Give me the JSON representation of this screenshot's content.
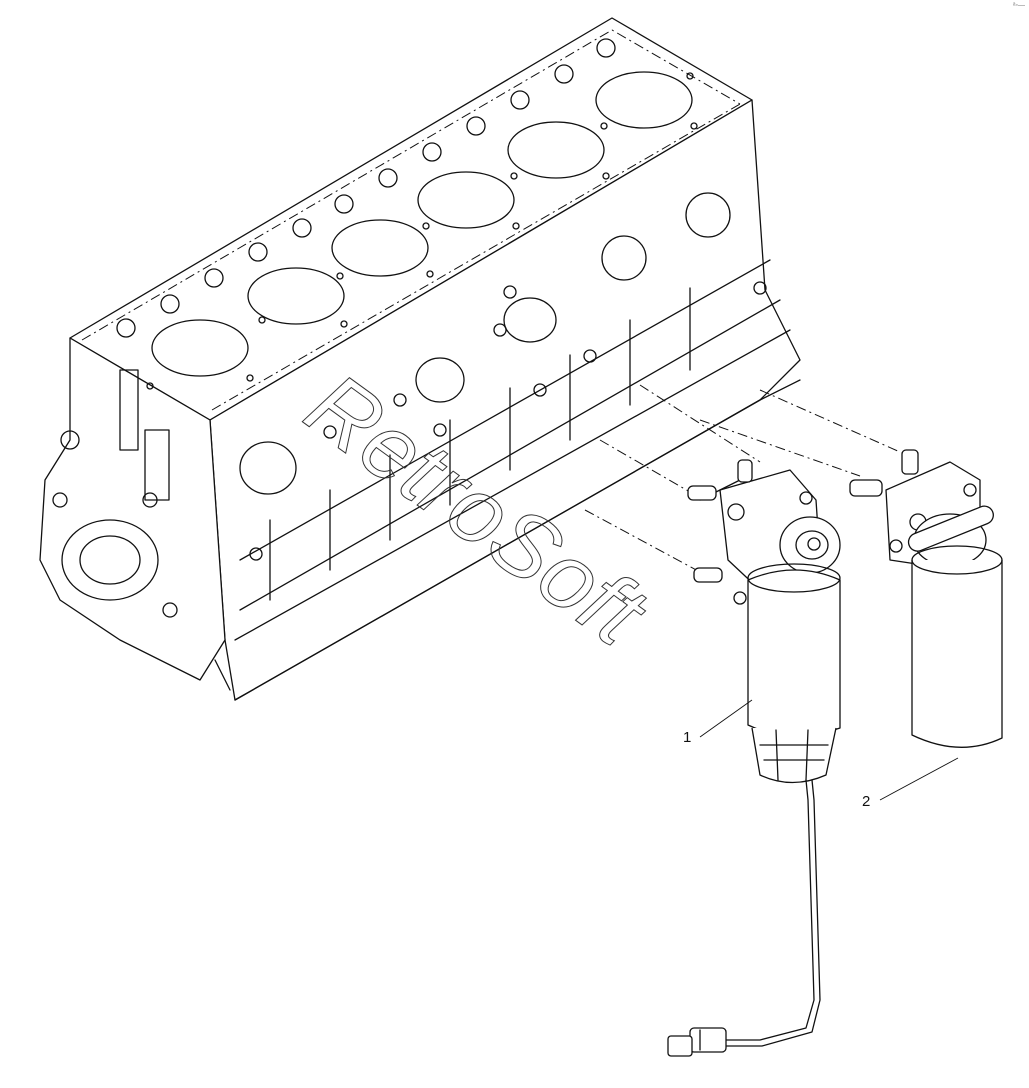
{
  "diagram": {
    "type": "exploded-parts-view",
    "callouts": [
      {
        "id": "1",
        "label": "1"
      },
      {
        "id": "2",
        "label": "2"
      }
    ],
    "watermark": "RetroSoft",
    "corner_mark": "ᵃ◦—"
  }
}
